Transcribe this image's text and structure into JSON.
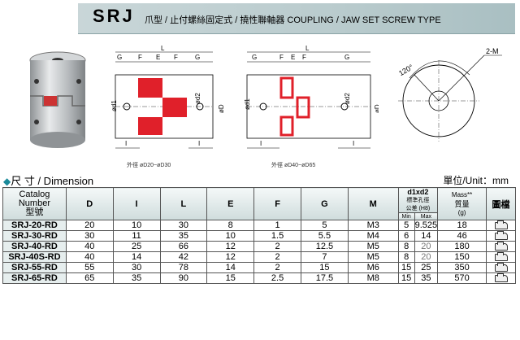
{
  "header": {
    "brand": "SRJ",
    "subtitle": "爪型 / 止付螺絲固定式 / 撓性聯軸器 COUPLING / JAW SET SCREW TYPE"
  },
  "figures": {
    "dims_top": [
      "G",
      "F",
      "E",
      "F",
      "G",
      "L"
    ],
    "dims_side": [
      "ød1",
      "ød2",
      "øD"
    ],
    "dims_bottom": [
      "I",
      "I"
    ],
    "caption_left": "外徑 øD20~øD30",
    "caption_right": "外徑 øD40~øD65",
    "angle_label": "120°",
    "screw_label": "2-M"
  },
  "section": {
    "title": "尺 寸 / Dimension",
    "unit": "單位/Unit：mm"
  },
  "table": {
    "headers": {
      "catalog": [
        "Catalog",
        "Number",
        "型號"
      ],
      "D": "D",
      "I": "I",
      "L": "L",
      "E": "E",
      "F": "F",
      "G": "G",
      "M": "M",
      "bore": "d1xd2",
      "bore_sub": "標準孔徑",
      "bore_tol": "公差 (H8)",
      "min": "Min",
      "max": "Max",
      "mass": "Mass**",
      "mass_sub": "質量",
      "mass_unit": "(g)",
      "drawing": "圖檔"
    },
    "rows": [
      {
        "name": "SRJ-20-RD",
        "D": "20",
        "I": "10",
        "L": "30",
        "E": "8",
        "F": "1",
        "G": "5",
        "M": "M3",
        "min": "5",
        "max": "9.525",
        "mass": "18"
      },
      {
        "name": "SRJ-30-RD",
        "D": "30",
        "I": "11",
        "L": "35",
        "E": "10",
        "F": "1.5",
        "G": "5.5",
        "M": "M4",
        "min": "6",
        "max": "14",
        "mass": "46"
      },
      {
        "name": "SRJ-40-RD",
        "D": "40",
        "I": "25",
        "L": "66",
        "E": "12",
        "F": "2",
        "G": "12.5",
        "M": "M5",
        "min": "8",
        "max": "20",
        "mass": "180"
      },
      {
        "name": "SRJ-40S-RD",
        "D": "40",
        "I": "14",
        "L": "42",
        "E": "12",
        "F": "2",
        "G": "7",
        "M": "M5",
        "min": "8",
        "max": "20",
        "mass": "150"
      },
      {
        "name": "SRJ-55-RD",
        "D": "55",
        "I": "30",
        "L": "78",
        "E": "14",
        "F": "2",
        "G": "15",
        "M": "M6",
        "min": "15",
        "max": "25",
        "mass": "350"
      },
      {
        "name": "SRJ-65-RD",
        "D": "65",
        "I": "35",
        "L": "90",
        "E": "15",
        "F": "2.5",
        "G": "17.5",
        "M": "M8",
        "min": "15",
        "max": "35",
        "mass": "570"
      }
    ]
  },
  "colors": {
    "banner": "#b9cbcd",
    "accent": "#1a8a9a",
    "jaw_red": "#e0202a",
    "metal": "#b8bcbf"
  }
}
